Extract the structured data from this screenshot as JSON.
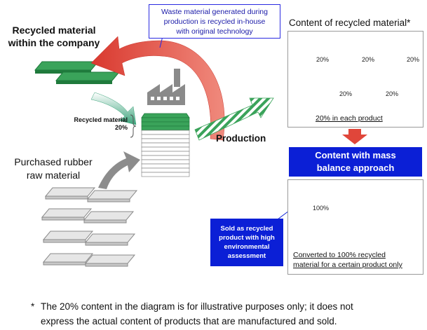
{
  "callout": {
    "line1": "Waste material generated during",
    "line2": "production is recycled in-house",
    "line3": "with original technology"
  },
  "recycled_company": {
    "line1": "Recycled material",
    "line2": "within the company"
  },
  "recycled_material_label": {
    "line1": "Recycled material",
    "line2": "20%"
  },
  "purchased": {
    "line1": "Purchased rubber",
    "line2": "raw material"
  },
  "production_label": "Production",
  "content_panel": {
    "title": "Content of recycled material*",
    "items": [
      "20%",
      "20%",
      "20%",
      "20%",
      "20%"
    ],
    "caption": "20% in each product"
  },
  "mass_balance": {
    "line1": "Content with mass",
    "line2": "balance approach"
  },
  "mass_panel": {
    "pct": "100%",
    "caption_line1": "Converted to 100% recycled",
    "caption_line2": "material for a certain product only"
  },
  "sold_box": {
    "line1": "Sold as recycled",
    "line2": "product with high",
    "line3": "environmental",
    "line4": "assessment"
  },
  "footnote": {
    "star": "*",
    "line1": "The 20% content in the diagram is for illustrative purposes only; it does not",
    "line2": "express the actual content of products that are manufactured and sold."
  },
  "colors": {
    "green": "#3aa35a",
    "green_dark": "#1f7a3c",
    "red_arrow": "#e0463a",
    "blue": "#0b1fd6",
    "gray_arrow": "#8c8c8c"
  }
}
